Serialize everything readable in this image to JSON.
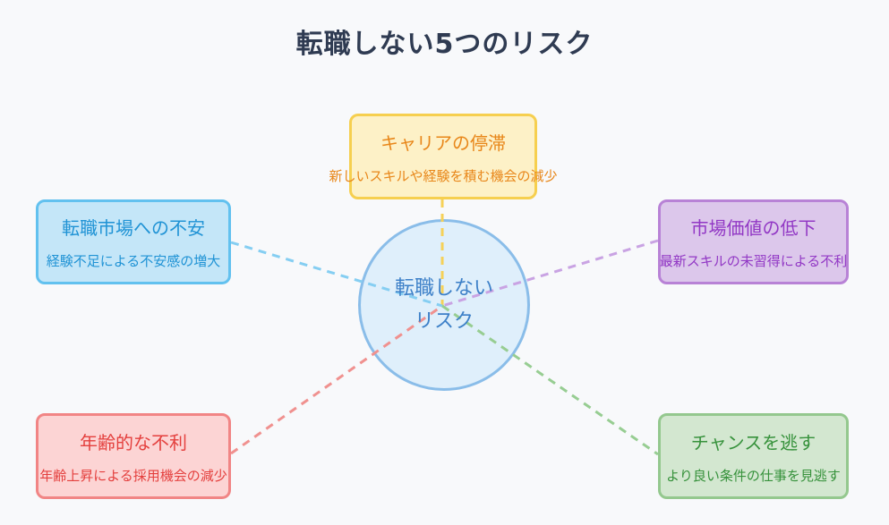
{
  "title": "転職しない5つのリスク",
  "background_color": "#f8f9fb",
  "title_color": "#2f3b52",
  "center": {
    "label_line1": "転職しない",
    "label_line2": "リスク",
    "colors": {
      "bg": "#dfeffb",
      "border": "#8abde9",
      "text": "#3d80c8"
    }
  },
  "nodes": [
    {
      "id": "career-stagnation",
      "title": "キャリアの停滞",
      "subtitle": "新しいスキルや経験を積む機会の減少",
      "position": "top-center",
      "colors": {
        "bg": "#fdf1c7",
        "border": "#f6cf4f",
        "text": "#e8871a",
        "line": "#f6d158"
      }
    },
    {
      "id": "market-anxiety",
      "title": "転職市場への不安",
      "subtitle": "経験不足による不安感の増大",
      "position": "upper-left",
      "colors": {
        "bg": "#c4e6f8",
        "border": "#62c1ef",
        "text": "#2093d5",
        "line": "#85cef2"
      }
    },
    {
      "id": "market-value-decline",
      "title": "市場価値の低下",
      "subtitle": "最新スキルの未習得による不利",
      "position": "upper-right",
      "colors": {
        "bg": "#dcc7eb",
        "border": "#b882d6",
        "text": "#9238c5",
        "line": "#c9a3e3"
      }
    },
    {
      "id": "age-disadvantage",
      "title": "年齢的な不利",
      "subtitle": "年齢上昇による採用機会の減少",
      "position": "lower-left",
      "colors": {
        "bg": "#fcd4d4",
        "border": "#f18585",
        "text": "#e4403e",
        "line": "#f0918f"
      }
    },
    {
      "id": "missed-opportunities",
      "title": "チャンスを逃す",
      "subtitle": "より良い条件の仕事を見逃す",
      "position": "lower-right",
      "colors": {
        "bg": "#d3e7d0",
        "border": "#94c88e",
        "text": "#37923c",
        "line": "#97cd92"
      }
    }
  ],
  "edges": [
    {
      "from": "center",
      "to": "career-stagnation",
      "style": "dashed"
    },
    {
      "from": "center",
      "to": "market-anxiety",
      "style": "dashed"
    },
    {
      "from": "center",
      "to": "market-value-decline",
      "style": "dashed"
    },
    {
      "from": "center",
      "to": "age-disadvantage",
      "style": "dashed"
    },
    {
      "from": "center",
      "to": "missed-opportunities",
      "style": "dashed"
    }
  ]
}
